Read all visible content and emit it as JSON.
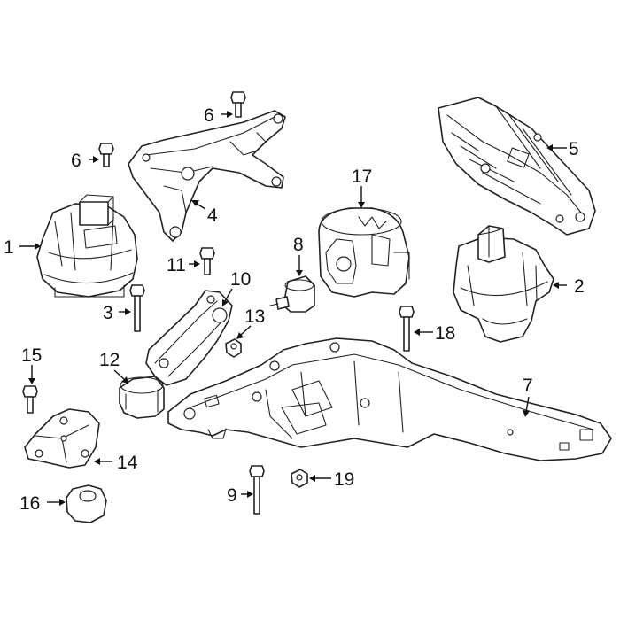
{
  "callouts": [
    {
      "id": "c1",
      "text": "1"
    },
    {
      "id": "c2",
      "text": "2"
    },
    {
      "id": "c3",
      "text": "3"
    },
    {
      "id": "c4",
      "text": "4"
    },
    {
      "id": "c5",
      "text": "5"
    },
    {
      "id": "c6a",
      "text": "6"
    },
    {
      "id": "c6b",
      "text": "6"
    },
    {
      "id": "c7",
      "text": "7"
    },
    {
      "id": "c8",
      "text": "8"
    },
    {
      "id": "c9",
      "text": "9"
    },
    {
      "id": "c10",
      "text": "10"
    },
    {
      "id": "c11",
      "text": "11"
    },
    {
      "id": "c12",
      "text": "12"
    },
    {
      "id": "c13",
      "text": "13"
    },
    {
      "id": "c14",
      "text": "14"
    },
    {
      "id": "c15",
      "text": "15"
    },
    {
      "id": "c16",
      "text": "16"
    },
    {
      "id": "c17",
      "text": "17"
    },
    {
      "id": "c18",
      "text": "18"
    },
    {
      "id": "c19",
      "text": "19"
    }
  ]
}
